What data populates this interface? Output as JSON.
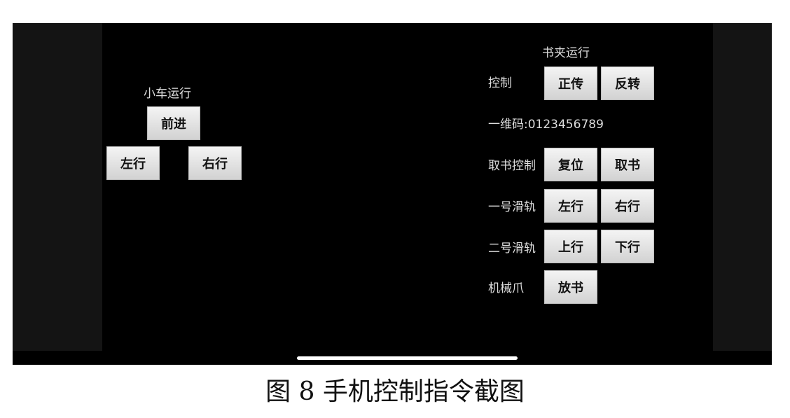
{
  "car_panel": {
    "title": "小车运行",
    "forward": "前进",
    "left": "左行",
    "right": "右行"
  },
  "book_panel": {
    "title": "书夹运行",
    "control": {
      "label": "控制",
      "forward": "正传",
      "reverse": "反转"
    },
    "barcode": {
      "label": "一维码:0123456789"
    },
    "fetch": {
      "label": "取书控制",
      "reset": "复位",
      "fetch": "取书"
    },
    "rail1": {
      "label": "一号滑轨",
      "left": "左行",
      "right": "右行"
    },
    "rail2": {
      "label": "二号滑轨",
      "up": "上行",
      "down": "下行"
    },
    "claw": {
      "label": "机械爪",
      "place": "放书"
    }
  },
  "caption": "图 8   手机控制指令截图",
  "colors": {
    "screen_bg": "#000000",
    "button_bg": "#e0e0e0",
    "label_text": "#dddddd"
  }
}
